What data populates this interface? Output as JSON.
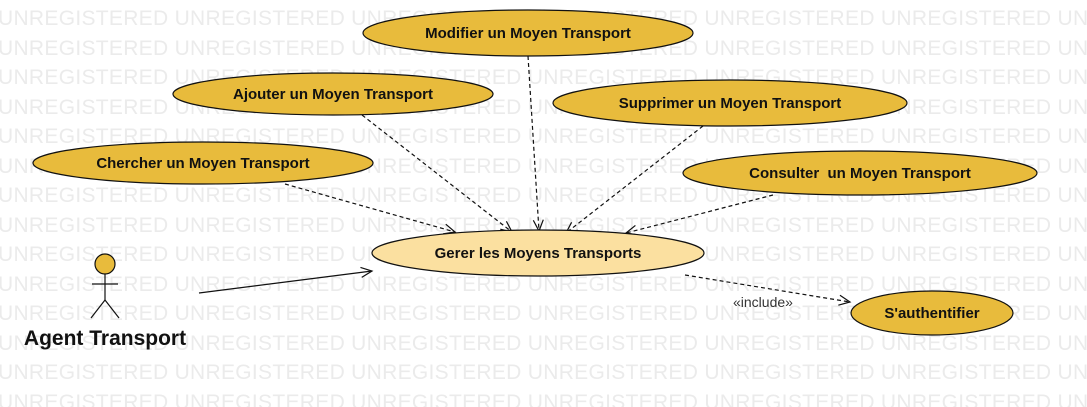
{
  "watermark": {
    "text": "UNREGISTERED"
  },
  "colors": {
    "usecase_fill": "#e8bb3c",
    "central_fill": "#fbe0a0",
    "stroke": "#111111",
    "actor_head": "#e8bb3c",
    "watermark": "#ebebeb"
  },
  "actor": {
    "label": "Agent Transport",
    "icon": "stick-figure-icon"
  },
  "use_cases": {
    "modifier": "Modifier un Moyen Transport",
    "ajouter": "Ajouter un Moyen Transport",
    "supprimer": "Supprimer un Moyen Transport",
    "chercher": "Chercher un Moyen Transport",
    "consulter": "Consulter  un Moyen Transport",
    "gerer": "Gerer les Moyens Transports",
    "authentifier": "S'authentifier"
  },
  "relations": {
    "include_label": "«include»"
  }
}
